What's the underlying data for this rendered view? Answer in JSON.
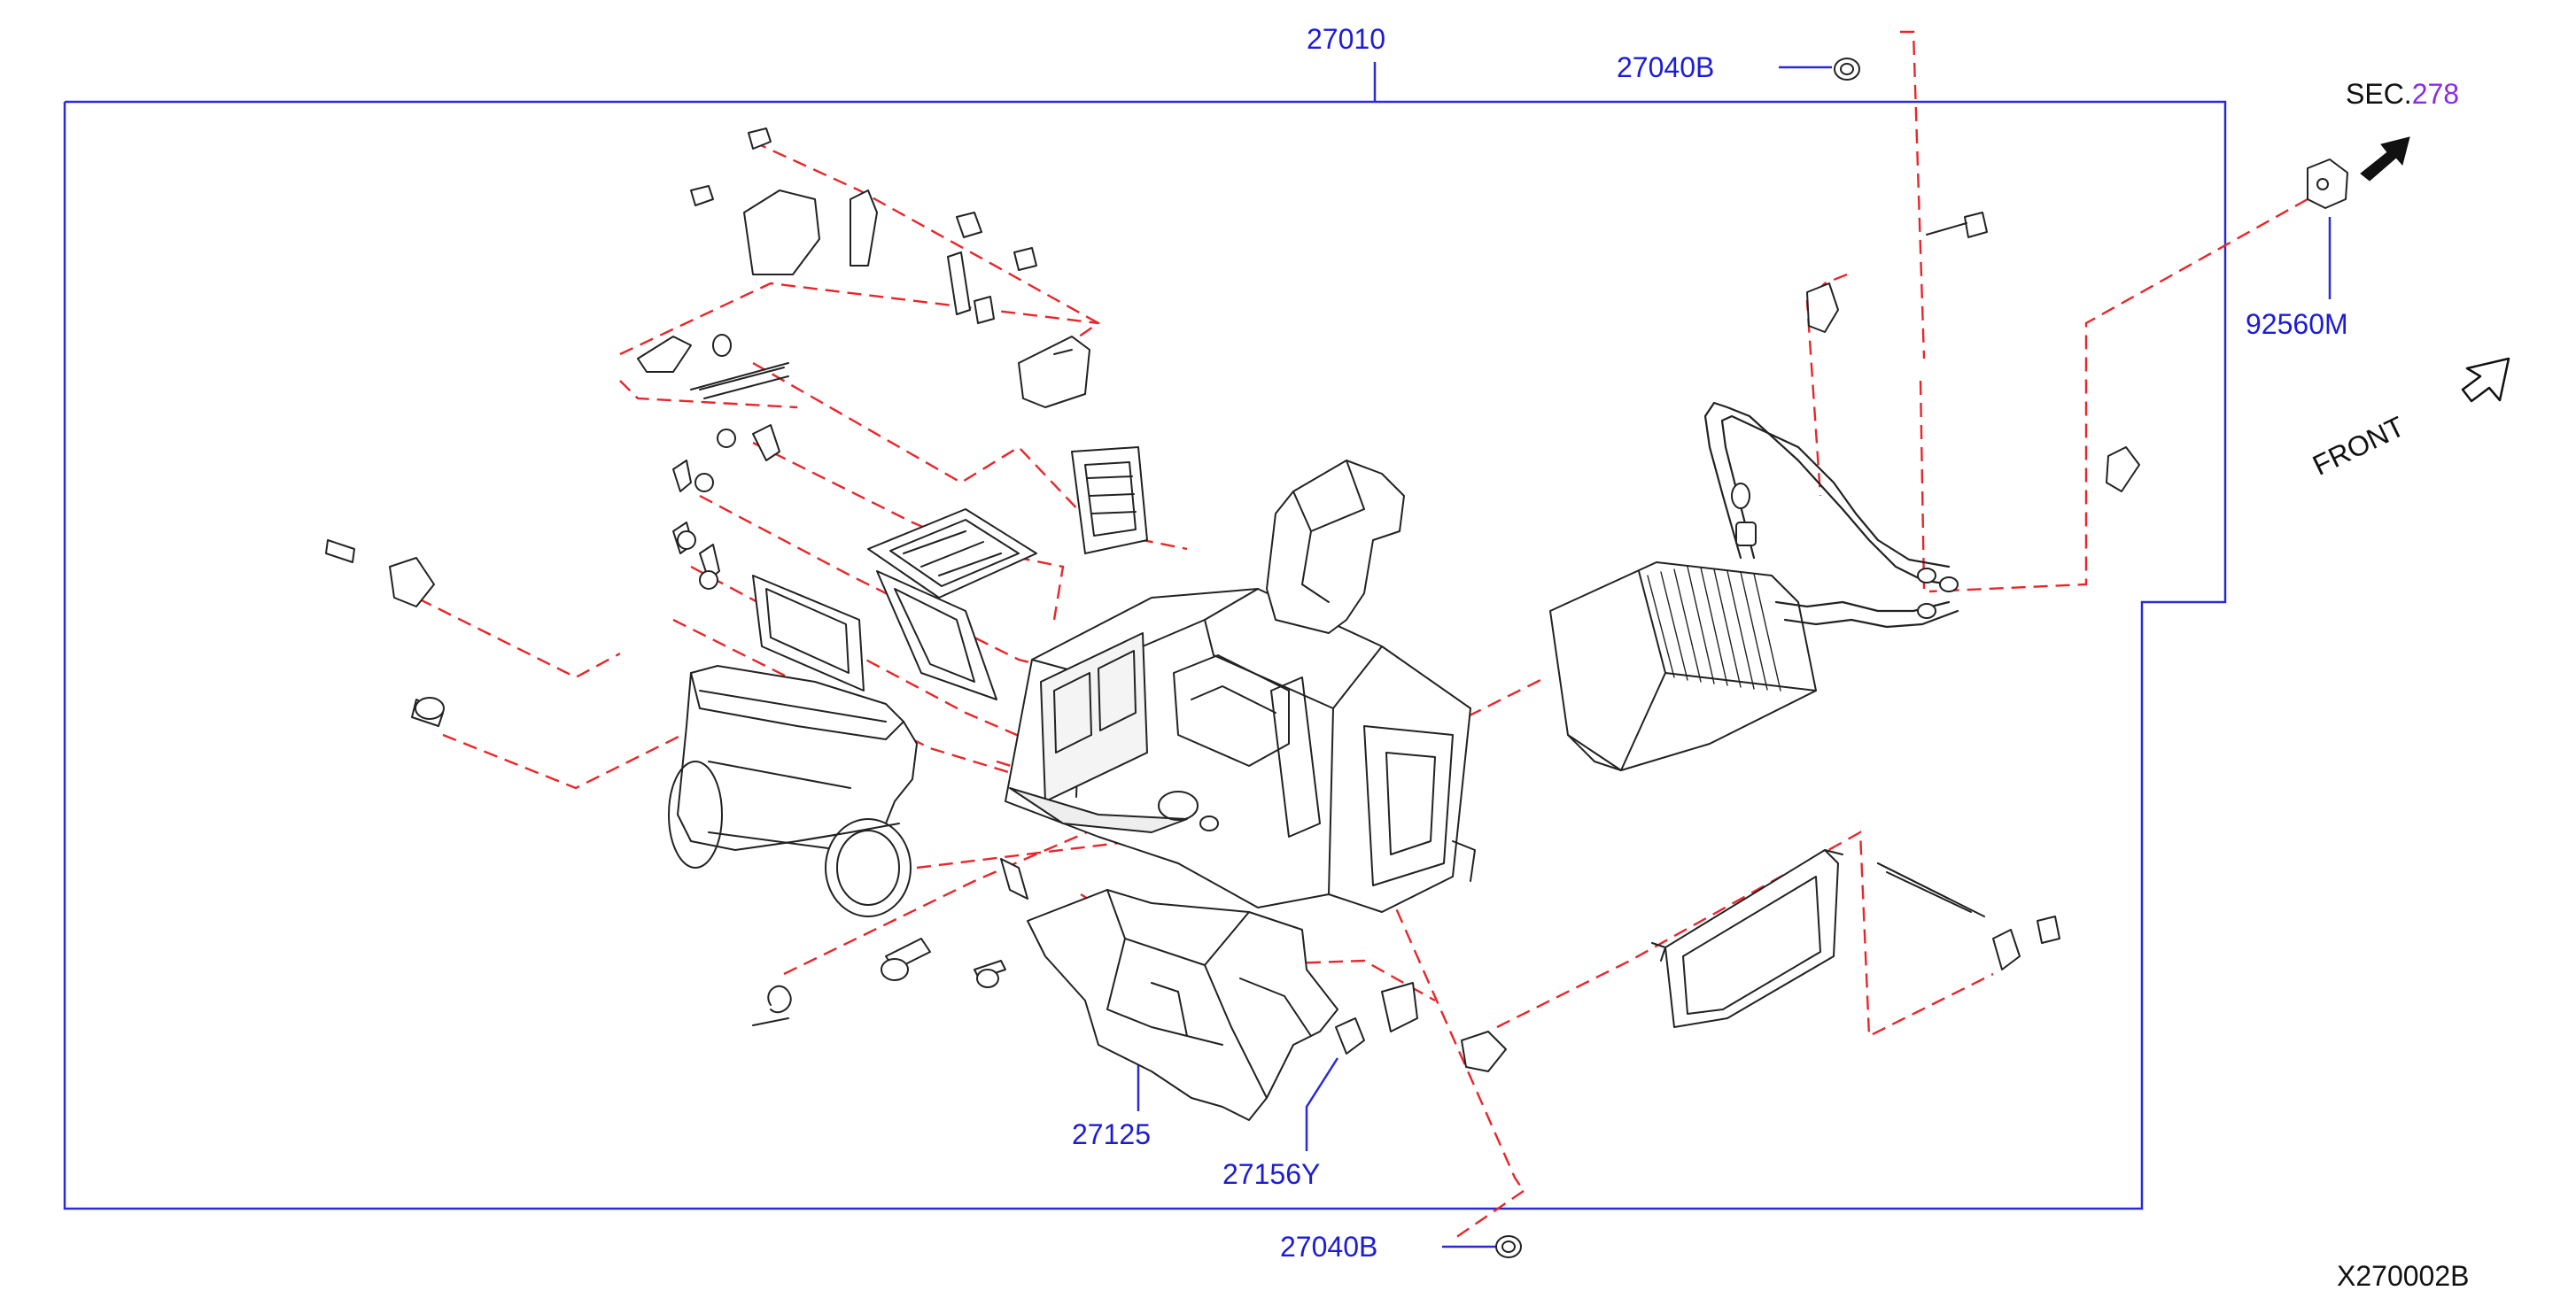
{
  "parts": {
    "p27010": "27010",
    "p27040b_top": "27040B",
    "p27040b_bottom": "27040B",
    "p92560m": "92560M",
    "p27125": "27125",
    "p27156y": "27156Y"
  },
  "reference": {
    "sec_prefix": "SEC.",
    "sec_number": "278"
  },
  "front_label": "FRONT",
  "diagram_code": "X270002B",
  "colors": {
    "part_label": "#1c1cd6",
    "leader_line": "#2a2ad8",
    "dashed_line": "#e8262a",
    "drawing": "#222222",
    "sec_number": "#8a2be2"
  }
}
